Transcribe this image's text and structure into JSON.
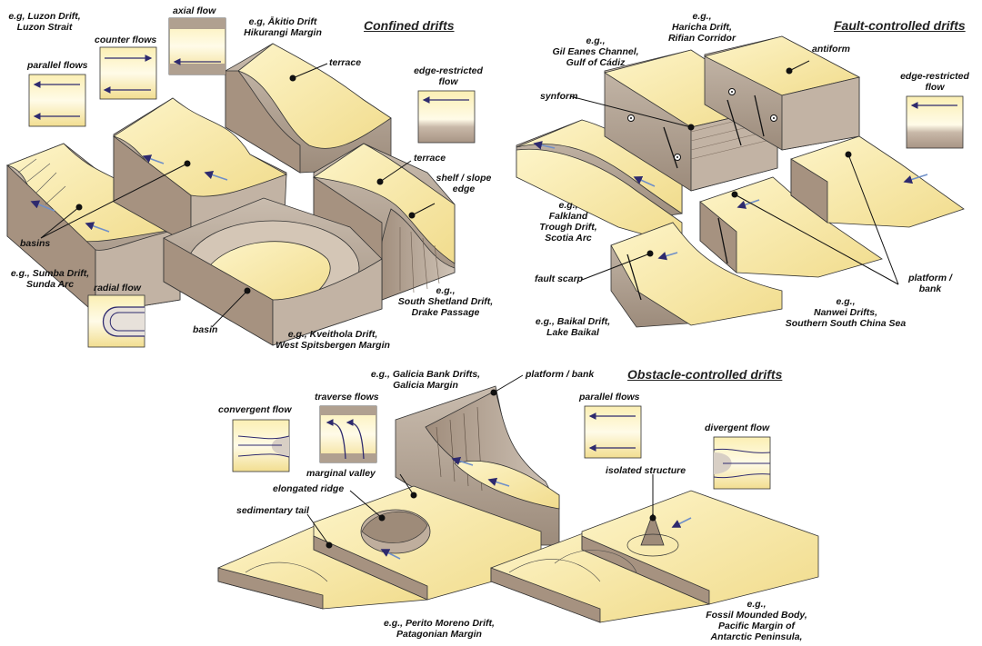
{
  "sections": {
    "confined": "Confined drifts",
    "fault": "Fault-controlled drifts",
    "obstacle": "Obstacle-controlled drifts"
  },
  "flows": {
    "parallel": "parallel flows",
    "counter": "counter flows",
    "axial": "axial flow",
    "edge_restricted_1": [
      "edge-restricted",
      "flow"
    ],
    "edge_restricted_2": [
      "edge-restricted",
      "flow"
    ],
    "radial": "radial flow",
    "convergent": "convergent flow",
    "traverse": "traverse flows",
    "parallel_2": "parallel flows",
    "divergent": "divergent flow"
  },
  "features": {
    "terrace_1": "terrace",
    "terrace_2": "terrace",
    "shelf_edge": [
      "shelf / slope",
      "edge"
    ],
    "basins": "basins",
    "basin": "basin",
    "antiform": "antiform",
    "synform": "synform",
    "fault_scarp": "fault scarp",
    "platform_bank_1": [
      "platform /",
      "bank"
    ],
    "platform_bank_2": "platform / bank",
    "marginal_valley": "marginal valley",
    "elongated_ridge": "elongated ridge",
    "sedimentary_tail": "sedimentary tail",
    "isolated_structure": "isolated structure"
  },
  "examples": {
    "luzon": [
      "e.g, Luzon Drift,",
      "Luzon Strait"
    ],
    "akitio": [
      "e.g, Ākitio Drift",
      "Hikurangi Margin"
    ],
    "sumba": [
      "e.g., Sumba Drift,",
      "Sunda Arc"
    ],
    "shetland": [
      "e.g.,",
      "South Shetland Drift,",
      "Drake Passage"
    ],
    "kveithola": [
      "e.g., Kveithola Drift,",
      "West Spitsbergen Margin"
    ],
    "gil_eanes": [
      "e.g.,",
      "Gil Eanes Channel,",
      "Gulf of Cádiz"
    ],
    "haricha": [
      "e.g.,",
      "Haricha Drift,",
      "Rifian Corridor"
    ],
    "falkland": [
      "e.g.,",
      "Falkland",
      "Trough Drift,",
      "Scotia Arc"
    ],
    "baikal": [
      "e.g., Baikal Drift,",
      "Lake Baikal"
    ],
    "nanwei": [
      "e.g.,",
      "Nanwei Drifts,",
      "Southern South China Sea"
    ],
    "galicia": [
      "e.g., Galicia Bank Drifts,",
      "Galicia Margin"
    ],
    "perito": [
      "e.g., Perito Moreno Drift,",
      "Patagonian Margin"
    ],
    "fossil": [
      "e.g.,",
      "Fossil Mounded Body,",
      "Pacific Margin of",
      "Antarctic Peninsula,"
    ]
  },
  "colors": {
    "sediment": "#f6e7a4",
    "sediment_light": "#fdf6d2",
    "rock_side": "#b7a898",
    "rock_dark": "#8e7d6e",
    "slope": "#a89585",
    "flow_arrow": "#6f8fc8",
    "flow_line": "#2e2a6e",
    "leader": "#111111"
  }
}
